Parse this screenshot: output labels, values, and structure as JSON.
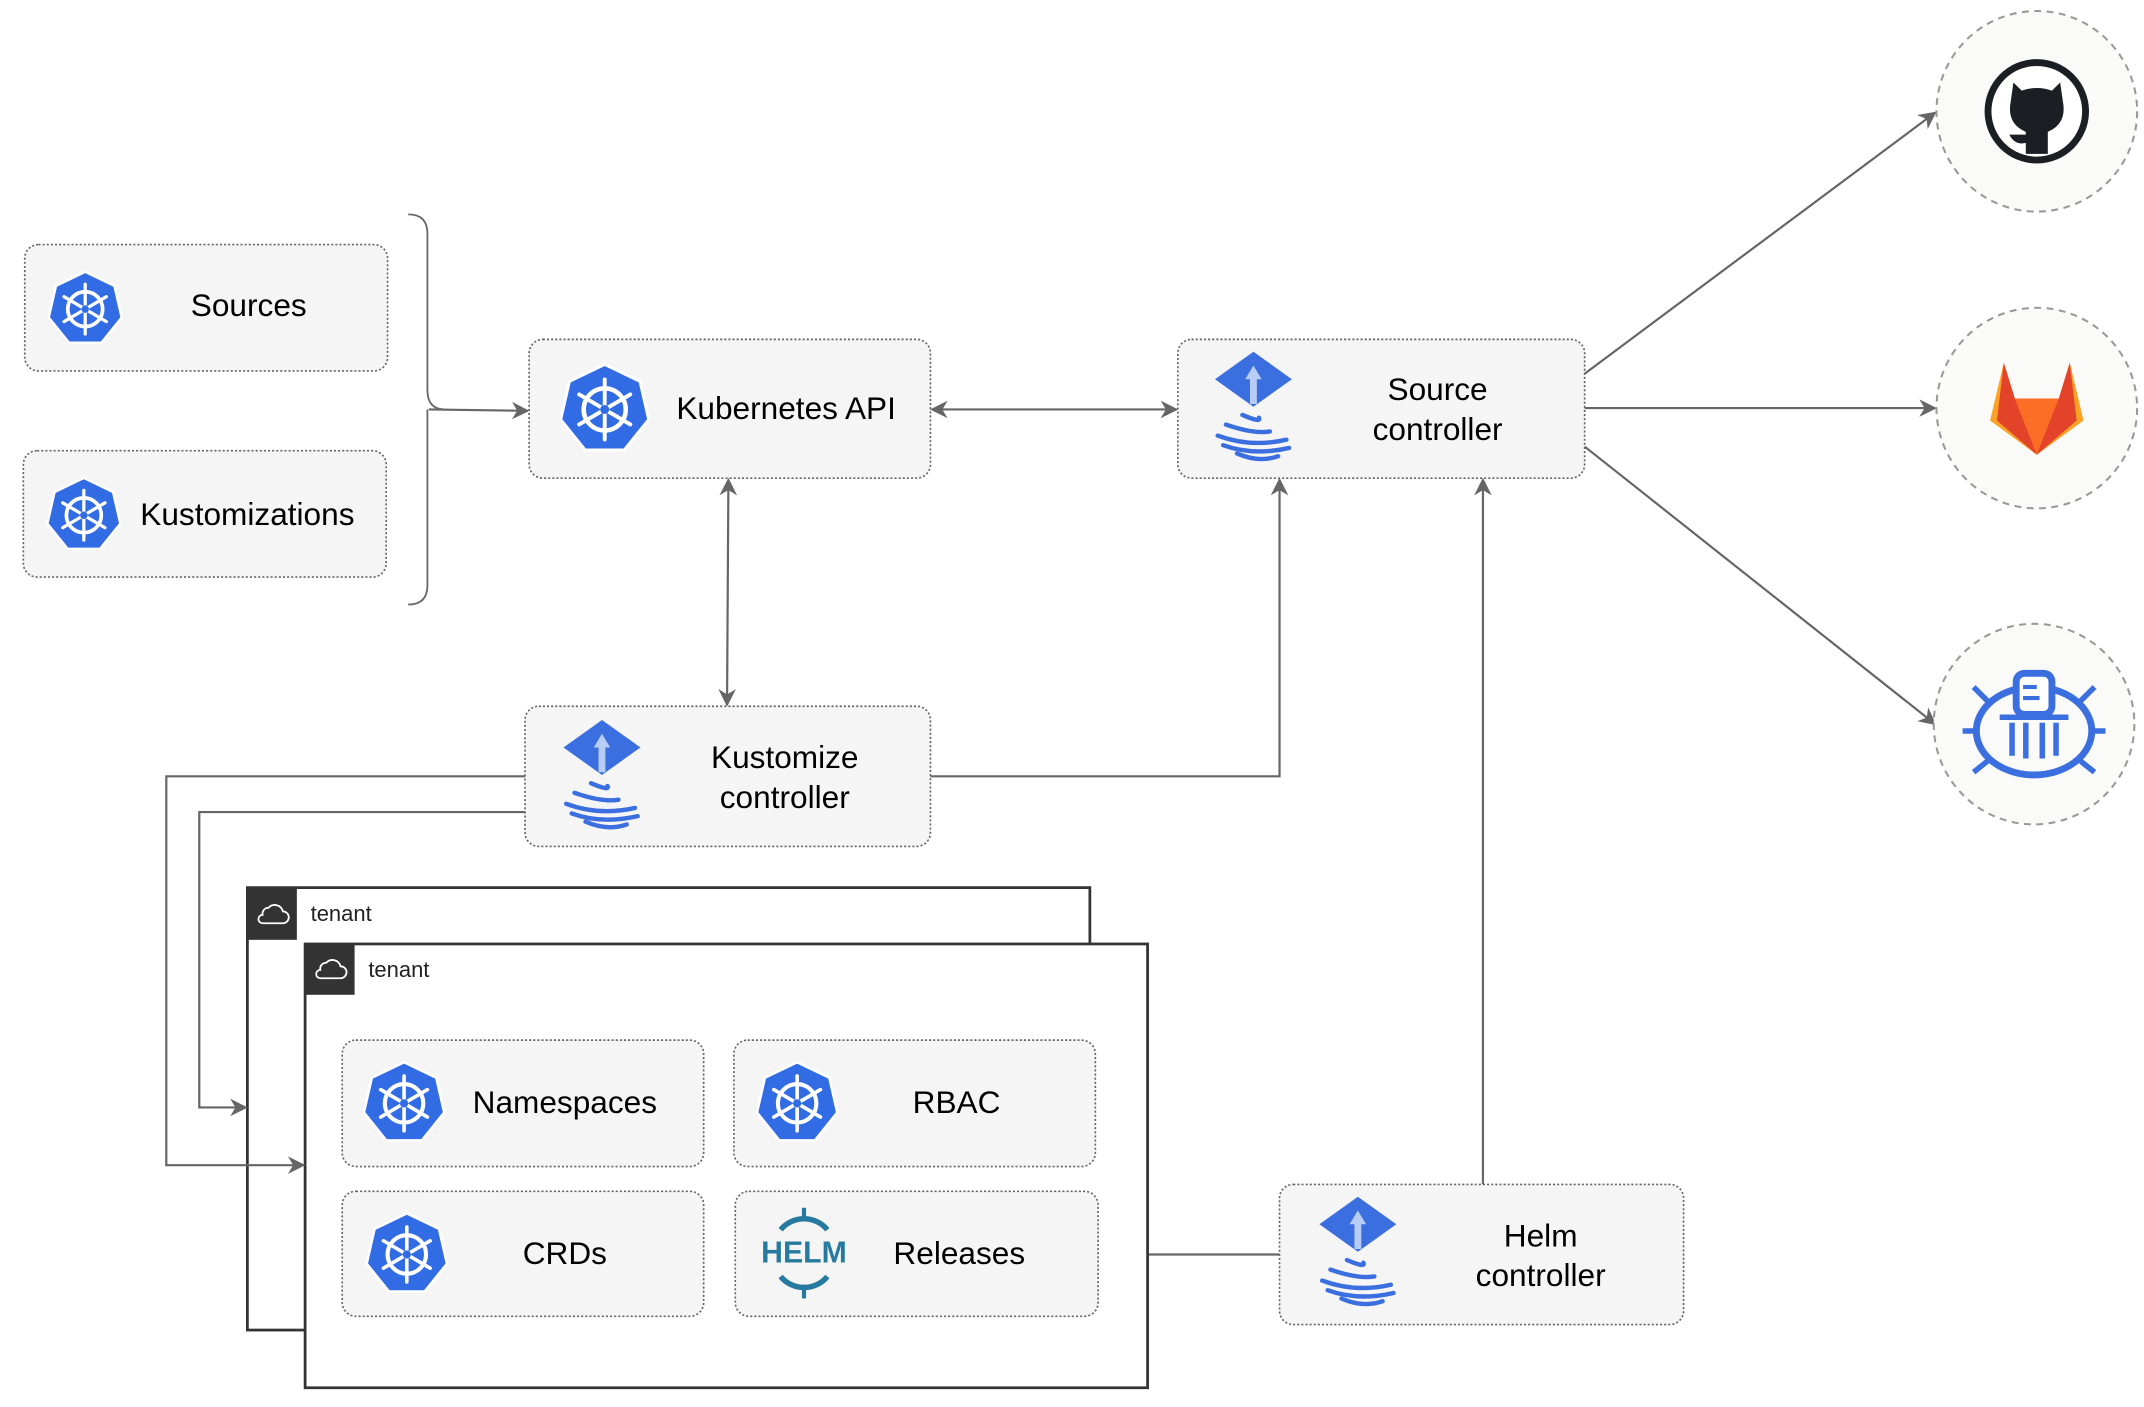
{
  "nodes": {
    "sources": "Sources",
    "kustomizations": "Kustomizations",
    "kubernetes_api": "Kubernetes API",
    "source_controller": [
      "Source",
      "controller"
    ],
    "kustomize_controller": [
      "Kustomize",
      "controller"
    ],
    "helm_controller": [
      "Helm",
      "controller"
    ],
    "namespaces": "Namespaces",
    "rbac": "RBAC",
    "crds": "CRDs",
    "releases": "Releases",
    "helm_logo": "HELM"
  },
  "tenants": [
    "tenant",
    "tenant"
  ],
  "external_sources": [
    "github-icon",
    "gitlab-icon",
    "bucket-icon"
  ],
  "colors": {
    "kubernetes_blue": "#326ce5",
    "flux_blue": "#3b6fe0",
    "helm_teal": "#277a9f",
    "gitlab_orange": "#e24329",
    "github_dark": "#1b1f23",
    "tenant_header": "#333333"
  }
}
